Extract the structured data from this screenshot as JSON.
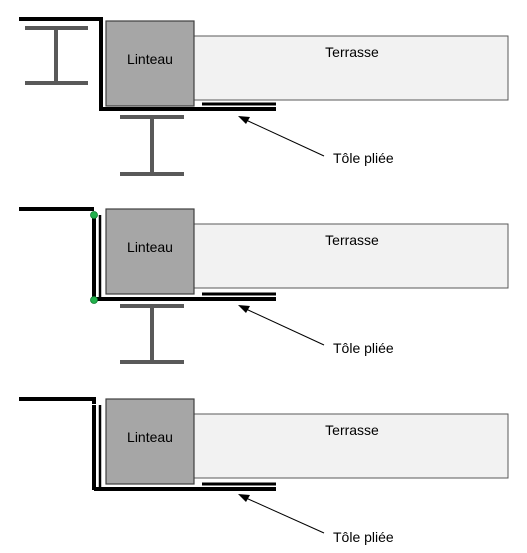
{
  "panels": [
    {
      "lintel_label": "Linteau",
      "terrace_label": "Terrasse",
      "sheet_label": "Tôle pliée"
    },
    {
      "lintel_label": "Linteau",
      "terrace_label": "Terrasse",
      "sheet_label": "Tôle pliée"
    },
    {
      "lintel_label": "Linteau",
      "terrace_label": "Terrasse",
      "sheet_label": "Tôle pliée"
    }
  ],
  "colors": {
    "lintel_fill": "#a6a6a6",
    "terrace_fill": "#f2f2f2",
    "beam": "#595959",
    "line": "#000000",
    "marker": "#22b14c"
  }
}
